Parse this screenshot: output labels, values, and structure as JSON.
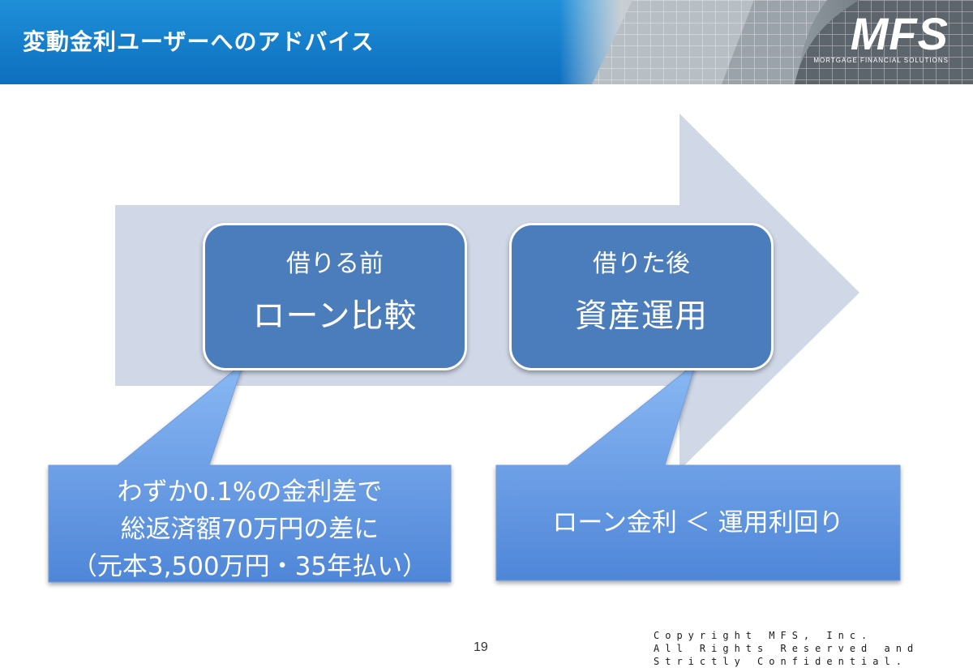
{
  "header": {
    "title": "変動金利ユーザーへのアドバイス",
    "logo_text": "MFS",
    "logo_subtitle": "MORTGAGE FINANCIAL SOLUTIONS",
    "bg_color": "#0d6fbf"
  },
  "flow": {
    "step1": {
      "label": "借りる前",
      "title": "ローン比較"
    },
    "step2": {
      "label": "借りた後",
      "title": "資産運用"
    }
  },
  "callouts": {
    "left": {
      "line1": "わずか0.1%の金利差で",
      "line2": "総返済額70万円の差に",
      "line3": "（元本3,500万円・35年払い）"
    },
    "right": {
      "text": "ローン金利 ＜ 運用利回り"
    }
  },
  "footer": {
    "page_number": "19",
    "copyright_line1": "Copyright MFS, Inc.",
    "copyright_line2": "All Rights Reserved and",
    "copyright_line3": "Strictly Confidential."
  },
  "colors": {
    "arrow": "#d0d8e8",
    "box": "#4b7dbd",
    "callout_top": "#8ab8f4",
    "callout_bottom": "#4f86d8"
  }
}
